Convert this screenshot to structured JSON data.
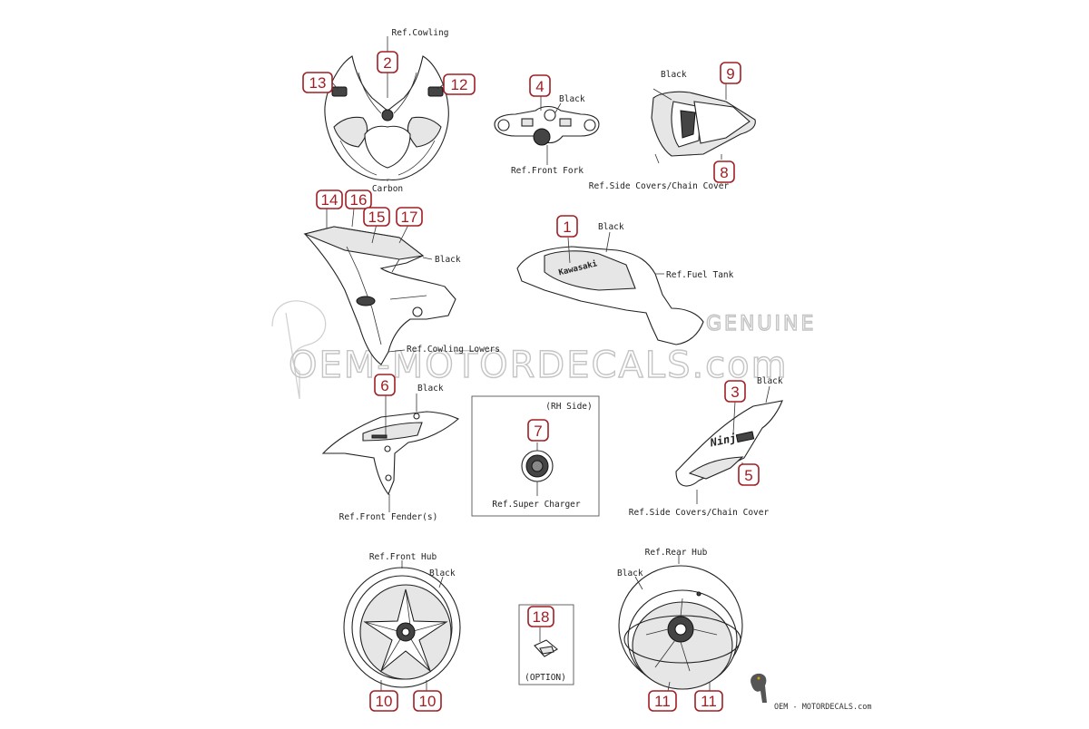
{
  "diagram": {
    "labels": {
      "ref_cowling": "Ref.Cowling",
      "carbon": "Carbon",
      "black_4": "Black",
      "ref_front_fork": "Ref.Front Fork",
      "black_9": "Black",
      "ref_side_covers_top": "Ref.Side Covers/Chain Cover",
      "black_cowl_lower": "Black",
      "ref_cowling_lowers": "Ref.Cowling Lowers",
      "black_tank": "Black",
      "ref_fuel_tank": "Ref.Fuel Tank",
      "black_fender": "Black",
      "ref_front_fenders": "Ref.Front Fender(s)",
      "rh_side": "(RH Side)",
      "ref_super_charger": "Ref.Super Charger",
      "black_side": "Black",
      "ref_side_covers_bottom": "Ref.Side Covers/Chain Cover",
      "ref_front_hub": "Ref.Front Hub",
      "black_front_hub": "Black",
      "ref_rear_hub": "Ref.Rear Hub",
      "black_rear_hub": "Black",
      "option": "(OPTION)",
      "tank_logo": "Kawasaki",
      "side_logo": "Ninja"
    },
    "callouts": {
      "c13": "13",
      "c2": "2",
      "c12": "12",
      "c4": "4",
      "c9": "9",
      "c8": "8",
      "c14": "14",
      "c16": "16",
      "c15": "15",
      "c17": "17",
      "c1": "1",
      "c6": "6",
      "c7": "7",
      "c3": "3",
      "c5": "5",
      "c18": "18",
      "c10a": "10",
      "c10b": "10",
      "c11a": "11",
      "c11b": "11"
    }
  },
  "watermark": {
    "main": "OEM-MOTORDECALS.com",
    "side": "GENUINE",
    "footer": "OEM - MOTORDECALS.com"
  },
  "colors": {
    "callout": "#a01f24",
    "line": "#222222",
    "watermark": "#c4c4c4"
  }
}
